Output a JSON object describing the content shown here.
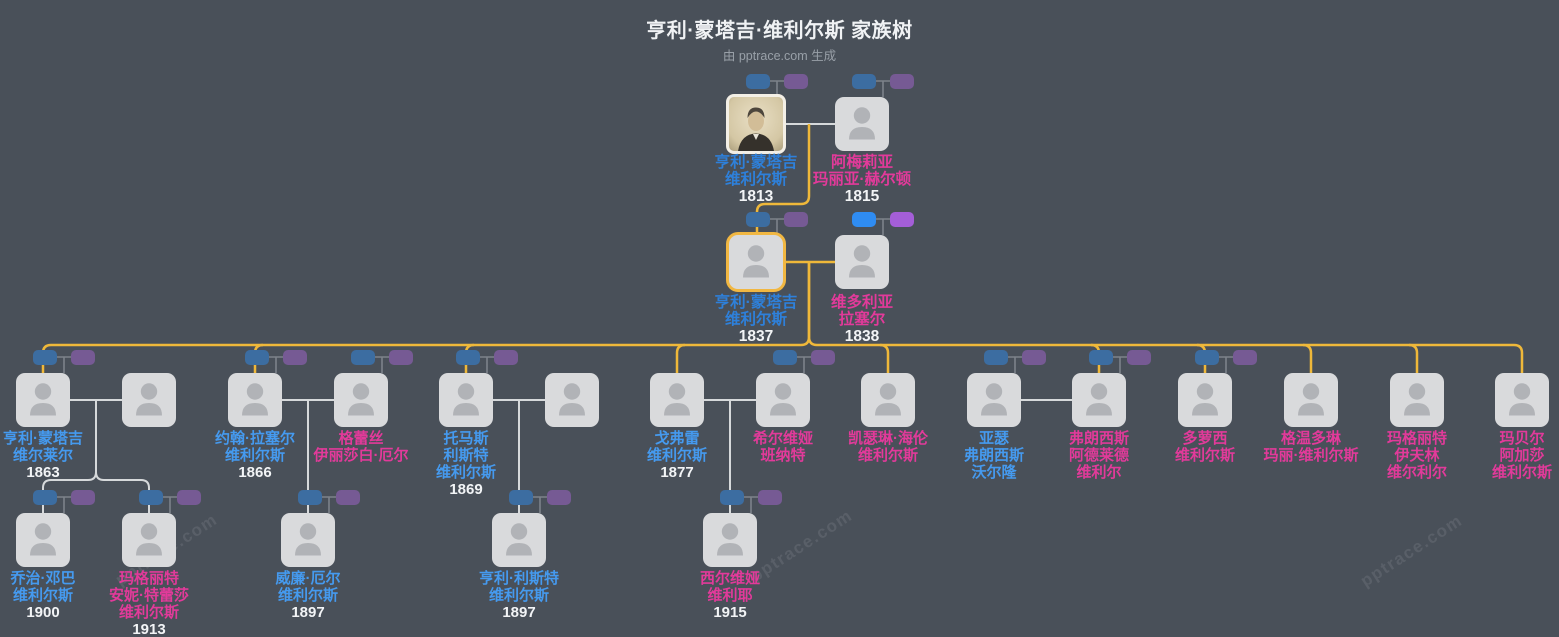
{
  "header": {
    "title": "亨利·蒙塔吉·维利尔斯 家族树",
    "subtitle": "由 pptrace.com 生成"
  },
  "watermark": {
    "text": "pptrace.com"
  },
  "colors": {
    "background": "#495059",
    "card": "#d9dadc",
    "avatar": "#b1b3b7",
    "male_name_dark": "#2e80da",
    "male_name": "#459aef",
    "female_name": "#e23a9a",
    "year_text": "#f2f4f6",
    "root_border": "#f1b742",
    "photo_border": "#f3efe6",
    "line_yellow": "#efb83a",
    "line_gray": "#d6d9db",
    "line_stub": "#7d838b",
    "pair_blue_dim": "#3c6da1",
    "pair_purple_dim": "#765a94",
    "pair_blue_bright": "#2f8cf2",
    "pair_purple_bright": "#a45ed8"
  },
  "generations": [
    {
      "label": "generation-1",
      "people": [
        {
          "lines": [
            "亨利·蒙塔吉",
            "维利尔斯"
          ],
          "year": "1813",
          "gender": "male",
          "photo": true,
          "pair": "dim"
        },
        {
          "lines": [
            "阿梅莉亚",
            "玛丽亚·赫尔顿"
          ],
          "year": "1815",
          "gender": "female",
          "pair": "dim"
        }
      ]
    },
    {
      "label": "generation-2",
      "people": [
        {
          "lines": [
            "亨利·蒙塔吉",
            "维利尔斯"
          ],
          "year": "1837",
          "gender": "male",
          "root": true,
          "pair": "dim"
        },
        {
          "lines": [
            "维多利亚",
            "拉塞尔"
          ],
          "year": "1838",
          "gender": "female",
          "pair": "bright"
        }
      ]
    },
    {
      "label": "generation-3",
      "people": [
        {
          "lines": [
            "亨利·蒙塔吉",
            "维尔莱尔"
          ],
          "year": "1863",
          "gender": "male",
          "pair": "dim"
        },
        {
          "lines": [],
          "pair": "none"
        },
        {
          "lines": [
            "约翰·拉塞尔",
            "维利尔斯"
          ],
          "year": "1866",
          "gender": "male",
          "pair": "dim"
        },
        {
          "lines": [
            "格蕾丝",
            "伊丽莎白·厄尔"
          ],
          "gender": "female",
          "pair": "dim"
        },
        {
          "lines": [
            "托马斯",
            "利斯特",
            "维利尔斯"
          ],
          "year": "1869",
          "gender": "male",
          "pair": "dim"
        },
        {
          "lines": [],
          "pair": "none"
        },
        {
          "lines": [
            "戈弗雷",
            "维利尔斯"
          ],
          "year": "1877",
          "gender": "male",
          "pair": "none"
        },
        {
          "lines": [
            "希尔维娅",
            "班纳特"
          ],
          "gender": "female",
          "pair": "dim"
        },
        {
          "lines": [
            "凯瑟琳·海伦",
            "维利尔斯"
          ],
          "gender": "female",
          "pair": "none"
        },
        {
          "lines": [
            "亚瑟",
            "弗朗西斯",
            "沃尔隆"
          ],
          "gender": "male",
          "pair": "dim"
        },
        {
          "lines": [
            "弗朗西斯",
            "阿德莱德",
            "维利尔"
          ],
          "gender": "female",
          "pair": "dim"
        },
        {
          "lines": [
            "多萝西",
            "维利尔斯"
          ],
          "gender": "female",
          "pair": "dim"
        },
        {
          "lines": [
            "格温多琳",
            "玛丽·维利尔斯"
          ],
          "gender": "female",
          "pair": "none"
        },
        {
          "lines": [
            "玛格丽特",
            "伊夫林",
            "维尔利尔"
          ],
          "gender": "female",
          "pair": "none"
        },
        {
          "lines": [
            "玛贝尔",
            "阿加莎",
            "维利尔斯"
          ],
          "gender": "female",
          "pair": "none"
        }
      ]
    },
    {
      "label": "generation-4",
      "people": [
        {
          "lines": [
            "乔治·邓巴",
            "维利尔斯"
          ],
          "year": "1900",
          "gender": "male",
          "pair": "dim"
        },
        {
          "lines": [
            "玛格丽特",
            "安妮·特蕾莎",
            "维利尔斯"
          ],
          "year": "1913",
          "gender": "female",
          "pair": "dim"
        },
        {
          "lines": [
            "威廉·厄尔",
            "维利尔斯"
          ],
          "year": "1897",
          "gender": "male",
          "pair": "dim"
        },
        {
          "lines": [
            "亨利·利斯特",
            "维利尔斯"
          ],
          "year": "1897",
          "gender": "male",
          "pair": "dim"
        },
        {
          "lines": [
            "西尔维娅",
            "维利耶"
          ],
          "year": "1915",
          "gender": "female",
          "pair": "dim"
        }
      ]
    }
  ]
}
